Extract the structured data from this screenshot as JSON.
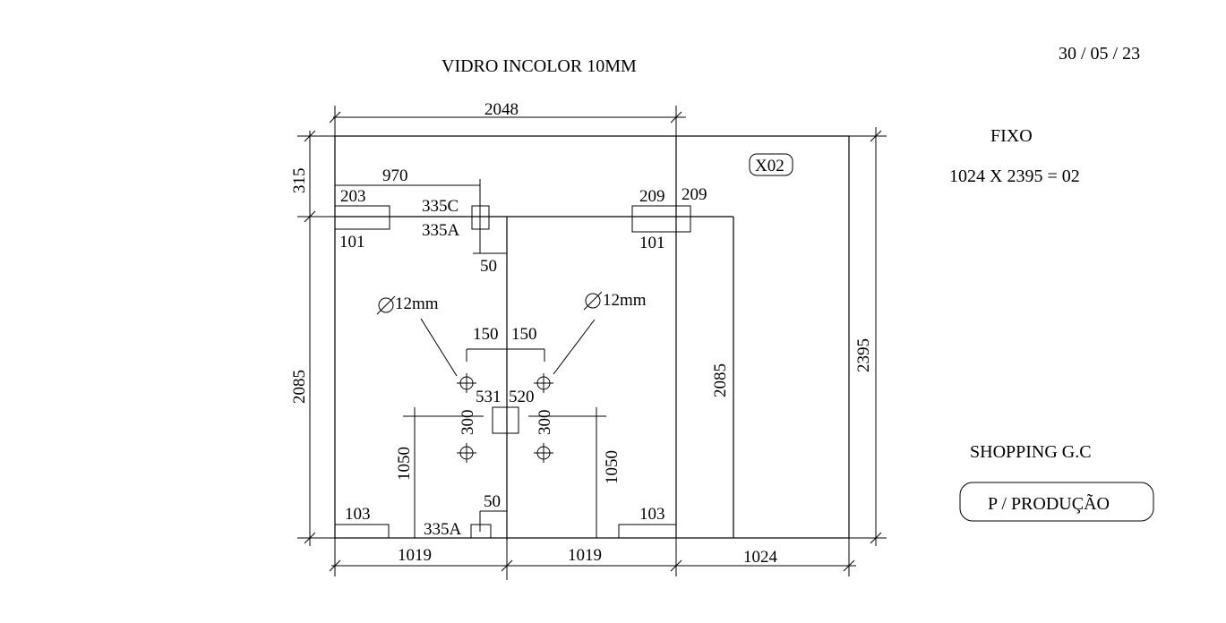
{
  "header": {
    "material": "VIDRO INCOLOR 10MM",
    "date": "30 / 05 / 23"
  },
  "info": {
    "type": "FIXO",
    "spec": "1024 X 2395 = 02",
    "client": "SHOPPING G.C",
    "stamp": "P / PRODUÇÃO"
  },
  "drawing": {
    "tag": "X02",
    "dimensions": {
      "top_width": "2048",
      "left_upper": "315",
      "left_lower": "2085",
      "right_total": "2395",
      "inner_2085": "2085",
      "bottom_left": "1019",
      "bottom_mid": "1019",
      "bottom_right": "1024",
      "offset_970": "970",
      "hole_150_left": "150",
      "hole_150_right": "150",
      "hole_300_left": "300",
      "hole_300_right": "300",
      "height_1050_left": "1050",
      "height_1050_right": "1050",
      "gap_50_top": "50",
      "gap_50_bottom": "50"
    },
    "fittings": {
      "f203": "203",
      "f101_left": "101",
      "f335c": "335C",
      "f335a_top": "335A",
      "f209_a": "209",
      "f209_b": "209",
      "f101_right": "101",
      "f531": "531",
      "f520": "520",
      "f103_left": "103",
      "f335a_bottom": "335A",
      "f103_right": "103"
    },
    "holes": {
      "left": "12mm",
      "right": "12mm"
    }
  }
}
